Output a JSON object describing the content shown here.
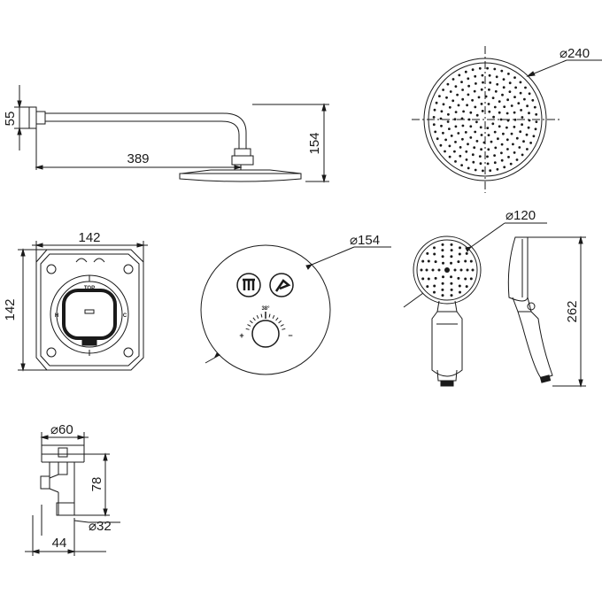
{
  "dimensions": {
    "arm_height": "55",
    "arm_length": "389",
    "arm_total_height": "154",
    "head_diameter": "⌀240",
    "box_width": "142",
    "box_height": "142",
    "valve_diameter": "⌀154",
    "hand_diameter": "⌀120",
    "hand_length": "262",
    "wall_elbow_diameter": "⌀60",
    "wall_elbow_height": "78",
    "wall_elbow_thread": "⌀32",
    "wall_elbow_depth": "44"
  },
  "markings": {
    "top": "TOP",
    "temp_stop": "38°",
    "hot": "H",
    "cold": "C",
    "plus": "+",
    "minus": "−"
  },
  "colors": {
    "line": "#1a1a1a",
    "background": "#ffffff"
  }
}
